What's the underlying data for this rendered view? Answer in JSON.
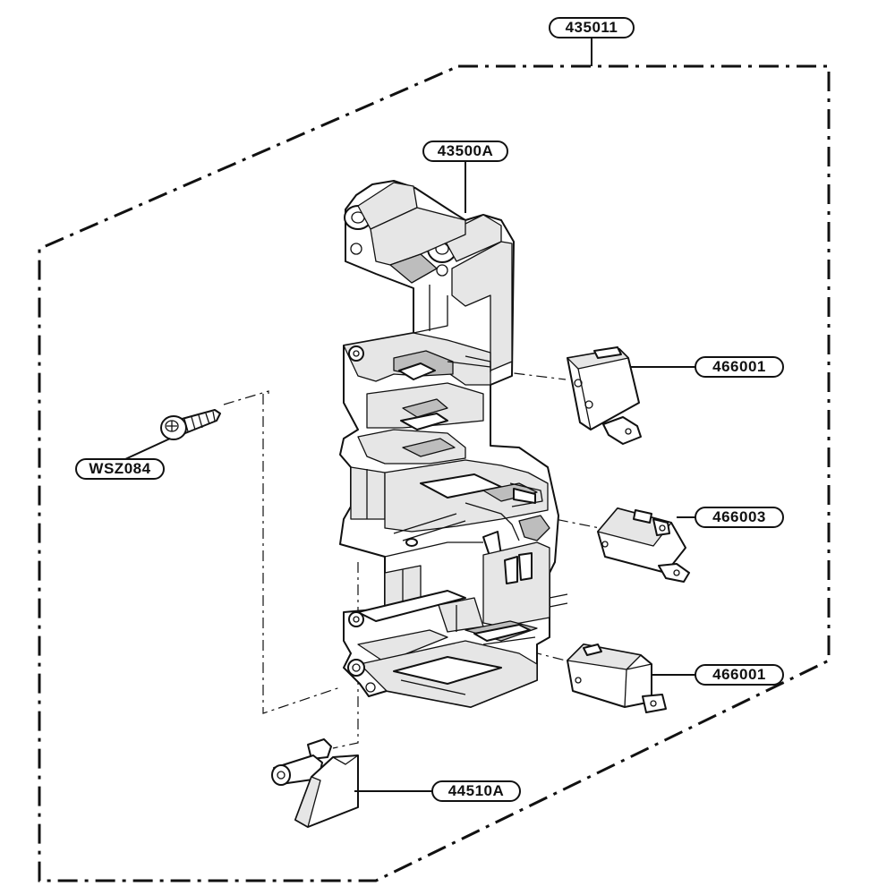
{
  "parts": {
    "assembly": "435011",
    "frame": "43500A",
    "switch_upper": "466001",
    "switch_middle": "466003",
    "switch_lower": "466001",
    "screw": "WSZ084",
    "lever": "44510A"
  }
}
